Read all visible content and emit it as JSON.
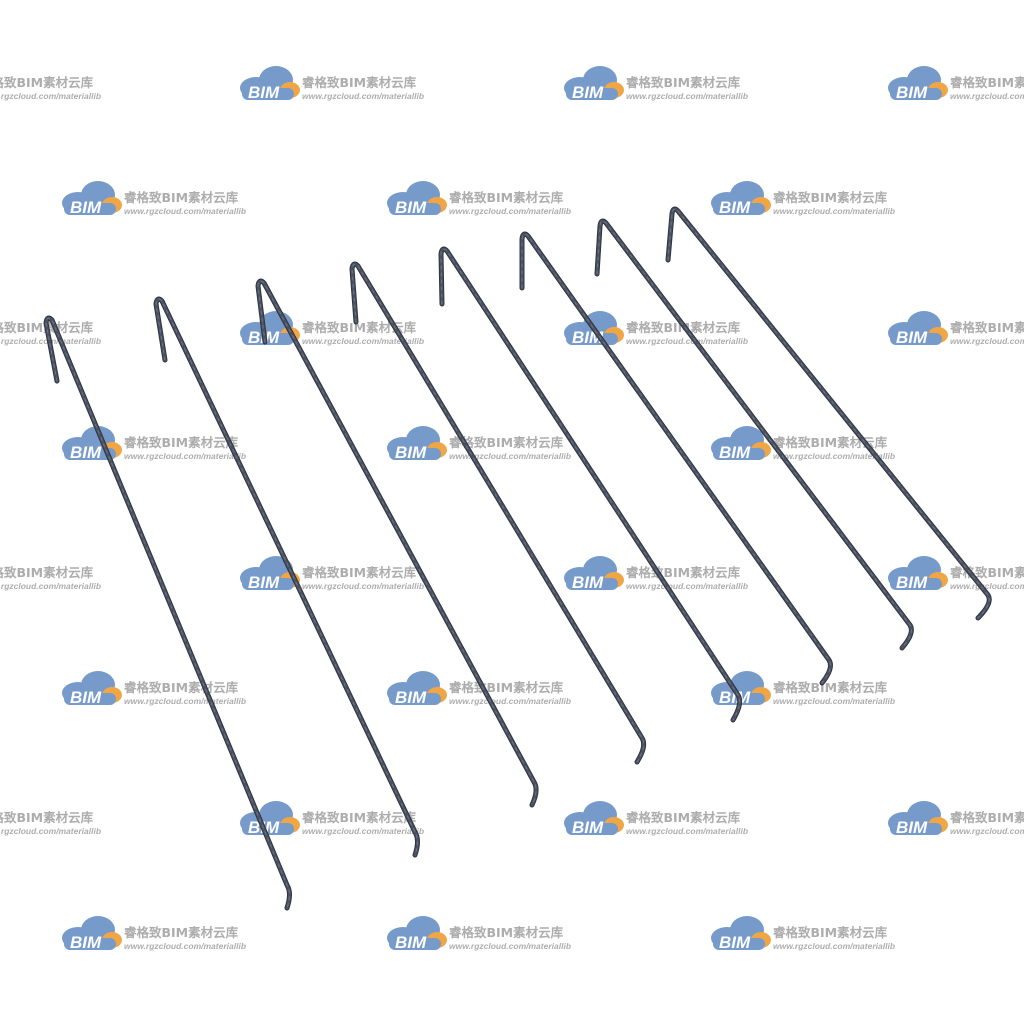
{
  "watermark": {
    "logo_text": "BIM",
    "name": "睿格致BIM素材云库",
    "url": "www.rgzcloud.com/materiallib",
    "colors": {
      "cloud_blue": "#6f95c8",
      "cloud_orange": "#f0a23a",
      "logo_text": "#ffffff",
      "name_text": "#a9a9a9",
      "url_text": "#a9a9a9"
    }
  },
  "subject": {
    "description_icon": "steel-rebar-hook",
    "rod_count": 8,
    "colors": {
      "rod_dark": "#2f3440",
      "rod_mid": "#4b5262",
      "rod_light": "#7d8494"
    }
  }
}
